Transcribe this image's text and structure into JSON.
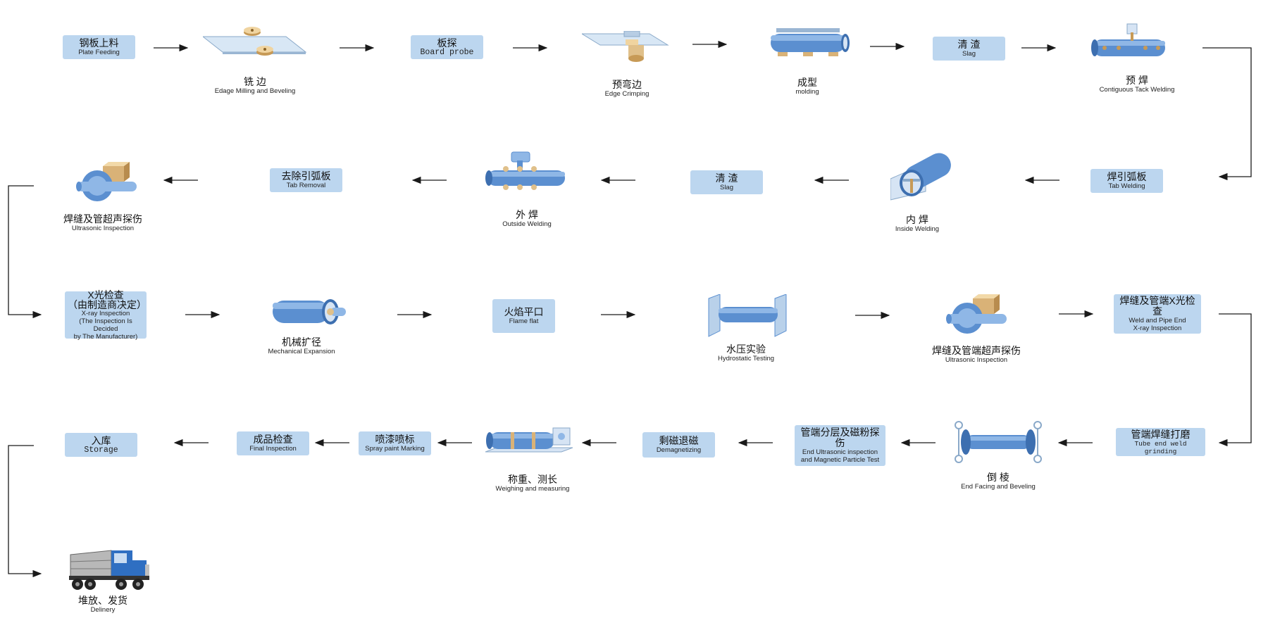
{
  "steps": {
    "plate_feeding": {
      "zh": "钢板上料",
      "en": "Plate Feeding"
    },
    "edge_milling": {
      "zh": "铣 边",
      "en": "Edage Milling and Beveling"
    },
    "board_probe": {
      "zh": "板探",
      "en": "Board probe"
    },
    "edge_crimping": {
      "zh": "预弯边",
      "en": "Edge Crimping"
    },
    "molding": {
      "zh": "成型",
      "en": "molding"
    },
    "slag1": {
      "zh": "清 渣",
      "en": "Slag"
    },
    "tack_welding": {
      "zh": "预 焊",
      "en": "Contiguous Tack Welding"
    },
    "tab_welding": {
      "zh": "焊引弧板",
      "en": "Tab Welding"
    },
    "inside_welding": {
      "zh": "内 焊",
      "en": "Inside Welding"
    },
    "slag2": {
      "zh": "清 渣",
      "en": "Slag"
    },
    "outside_welding": {
      "zh": "外 焊",
      "en": "Outside Welding"
    },
    "tab_removal": {
      "zh": "去除引弧板",
      "en": "Tab Removal"
    },
    "ultrasonic1": {
      "zh": "焊缝及管超声探伤",
      "en": "Ultrasonic Inspection"
    },
    "xray1": {
      "zh1": "X光检查",
      "zh2": "（由制造商决定）",
      "en1": "X-ray Inspection",
      "en2": "(The Inspection Is Decided",
      "en3": "by The Manufacturer)"
    },
    "mech_expansion": {
      "zh": "机械扩径",
      "en": "Mechanical Expansion"
    },
    "flame_flat": {
      "zh": "火焰平口",
      "en": "Flame flat"
    },
    "hydrostatic": {
      "zh": "水压实验",
      "en": "Hydrostatic Testing"
    },
    "ultrasonic2": {
      "zh": "焊缝及管端超声探伤",
      "en": "Ultrasonic Inspection"
    },
    "xray2": {
      "zh": "焊缝及管端X光检查",
      "en1": "Weld and Pipe End",
      "en2": "X-ray Inspection"
    },
    "end_grinding": {
      "zh": "管端焊缝打磨",
      "en": "Tube end weld grinding"
    },
    "end_facing": {
      "zh": "倒 棱",
      "en": "End Facing and Beveling"
    },
    "end_ultrasonic": {
      "zh": "管端分层及磁粉探伤",
      "en1": "End Ultrasonic inspection",
      "en2": "and Magnetic Particle Test"
    },
    "demagnetizing": {
      "zh": "剩磁退磁",
      "en": "Demagnetizing"
    },
    "weighing": {
      "zh": "称重、测长",
      "en": "Weighing and measuring"
    },
    "spray_marking": {
      "zh": "喷漆喷标",
      "en": "Spray paint  Marking"
    },
    "final_inspection": {
      "zh": "成品检查",
      "en": "Final Inspection"
    },
    "storage": {
      "zh": "入库",
      "en": "Storage"
    },
    "delivery": {
      "zh": "堆放、发货",
      "en": "Delinery"
    }
  },
  "colors": {
    "box": "#bcd6ef",
    "pipe": "#5b8fd0",
    "arrow": "#1a1a1a"
  }
}
